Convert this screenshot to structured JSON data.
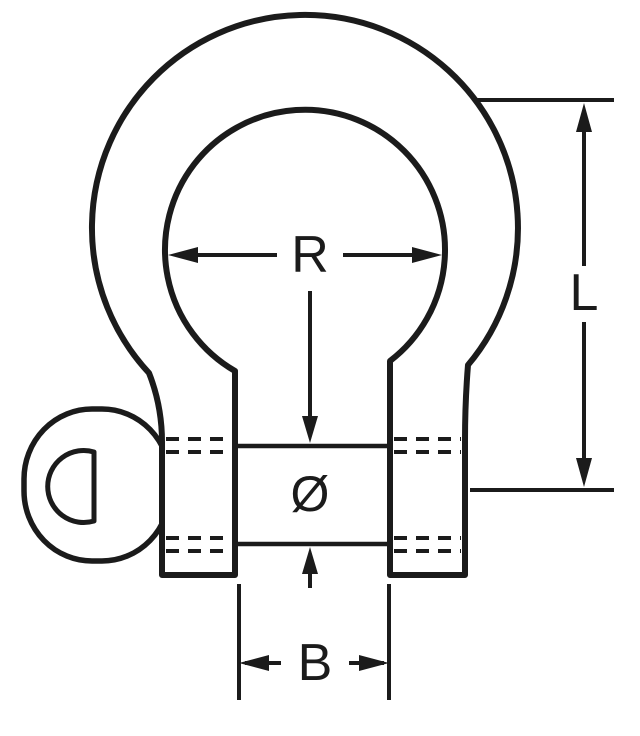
{
  "figure": {
    "labels": {
      "radius": "R",
      "length": "L",
      "diameter": "Ø",
      "width": "B"
    },
    "colors": {
      "line": "#1b1b1b",
      "background": "#ffffff"
    }
  }
}
